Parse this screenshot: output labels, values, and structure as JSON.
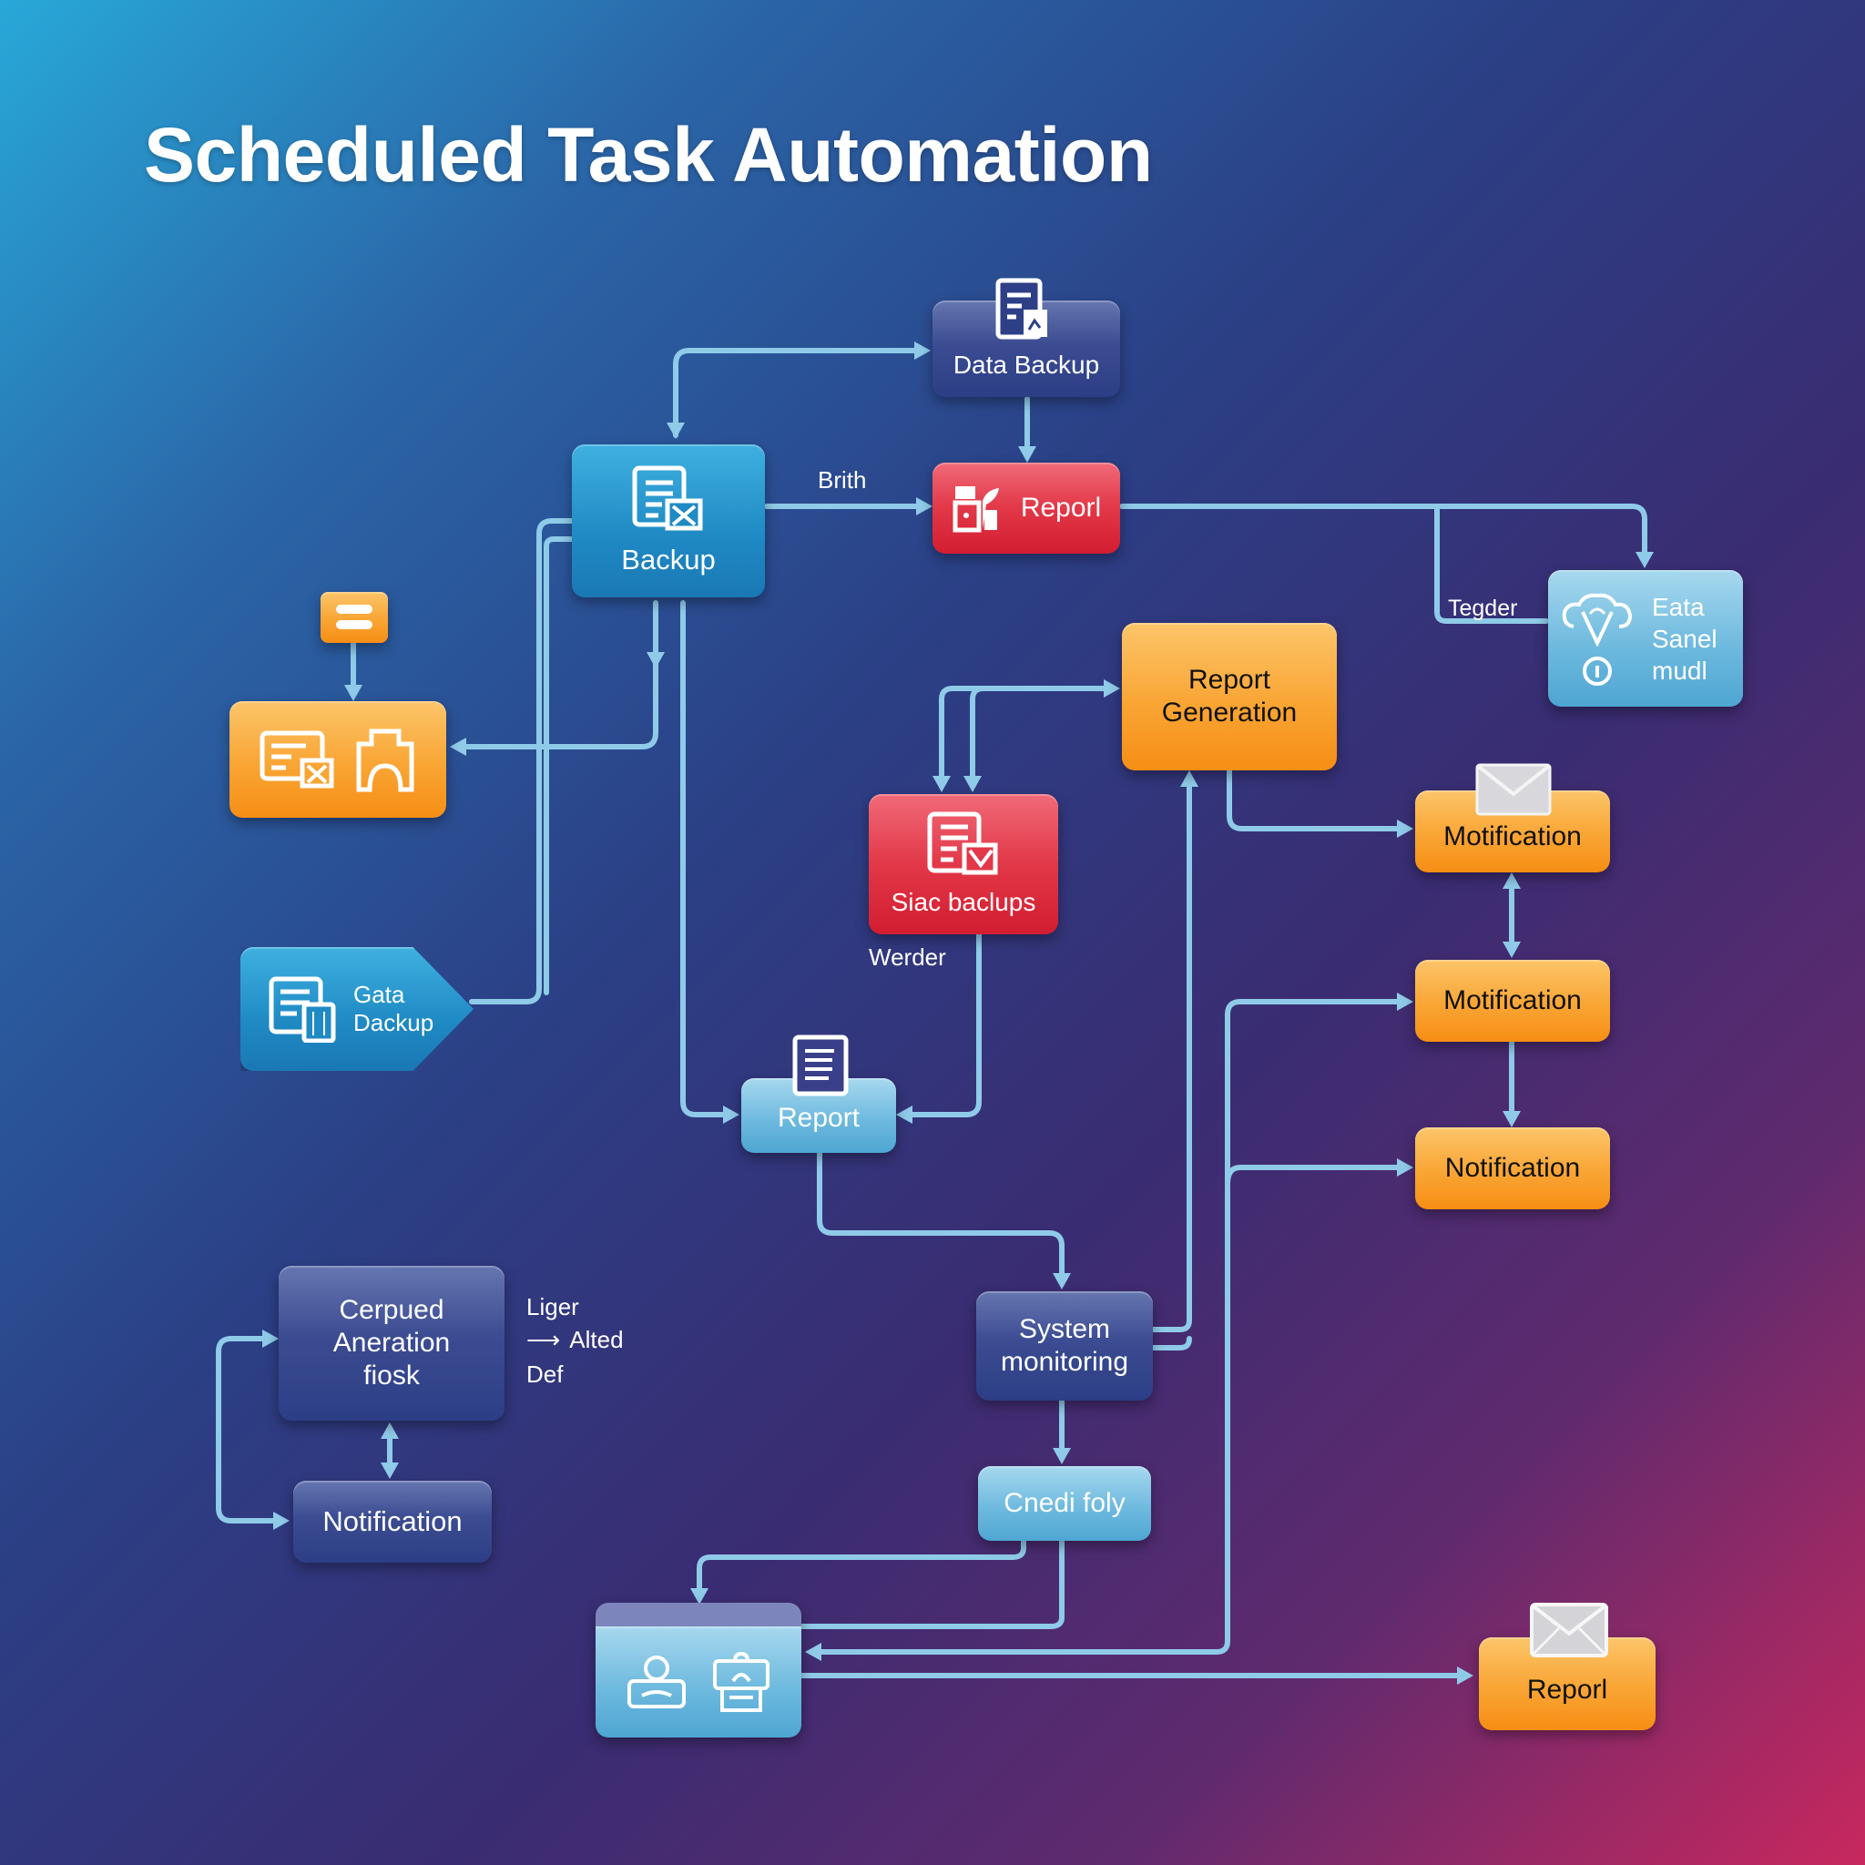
{
  "title": "Scheduled Task Automation",
  "colors": {
    "connector": "#8fcbe8",
    "navy_node": "#34468c",
    "blue_node": "#1f8ac4",
    "red_node": "#e23848",
    "orange_node": "#f9a534",
    "light_node": "#6fbadf"
  },
  "nodes": {
    "data_backup_top": {
      "label": "Data Backup",
      "icon": "document-image-icon"
    },
    "backup": {
      "label": "Backup",
      "icon": "document-check-icon"
    },
    "report_red": {
      "label": "Reporl",
      "icon": "chart-plant-icon"
    },
    "data_sanel": {
      "line1": "Eata",
      "line2": "Sanel",
      "line3": "mudl",
      "icon": "cloud-face-icon",
      "icon2": "info-circle-icon"
    },
    "storage_orange": {
      "icon": "document-check-icon",
      "icon2": "archive-arch-icon"
    },
    "menu_mini": {
      "icon": "menu-bars-icon"
    },
    "report_generation": {
      "line1": "Report",
      "line2": "Generation"
    },
    "siac_backups": {
      "label": "Siac baclups",
      "icon": "document-check-icon"
    },
    "gata_backup": {
      "line1": "Gata",
      "line2": "Dackup",
      "icon": "document-tablet-icon"
    },
    "report_light": {
      "label": "Report",
      "icon": "document-icon"
    },
    "motification_1": {
      "label": "Motification",
      "icon": "envelope-icon"
    },
    "motification_2": {
      "label": "Motification"
    },
    "notification_right": {
      "label": "Notification"
    },
    "cerpued": {
      "line1": "Cerpued",
      "line2": "Aneration",
      "line3": "fiosk"
    },
    "notification_left": {
      "label": "Notification"
    },
    "system_monitoring": {
      "line1": "System",
      "line2": "monitoring"
    },
    "cnedi_foly": {
      "label": "Cnedi foly"
    },
    "users_box": {
      "icon": "user-icon",
      "icon2": "printer-icon"
    },
    "report_bottom": {
      "label": "Reporl",
      "icon": "envelope-icon"
    }
  },
  "edge_labels": {
    "brith": "Brith",
    "tegder": "Tegder",
    "werder": "Werder",
    "liger": "Liger",
    "alted": "Alted",
    "alted_arrow": "⟶",
    "def": "Def"
  }
}
